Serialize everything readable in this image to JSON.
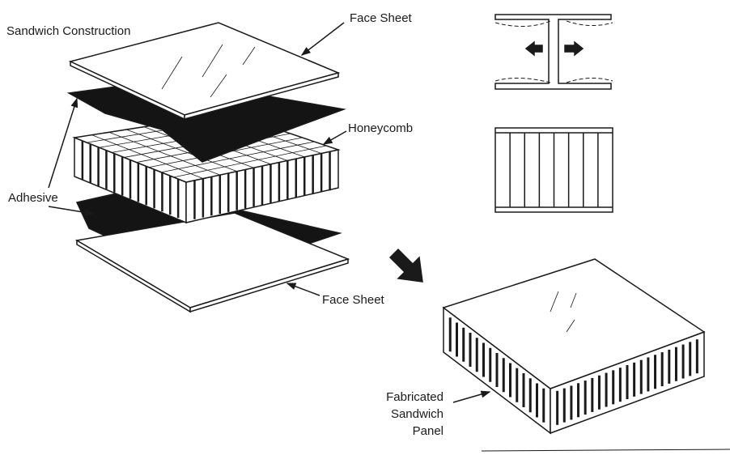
{
  "title": "Sandwich Construction",
  "labels": {
    "face_sheet_top": "Face Sheet",
    "honeycomb": "Honeycomb",
    "adhesive": "Adhesive",
    "face_sheet_bottom": "Face Sheet",
    "fabricated_line1": "Fabricated",
    "fabricated_line2": "Sandwich",
    "fabricated_line3": "Panel"
  },
  "colors": {
    "ink": "#1a1a1a",
    "paper": "#ffffff",
    "adhesive": "#141414"
  }
}
